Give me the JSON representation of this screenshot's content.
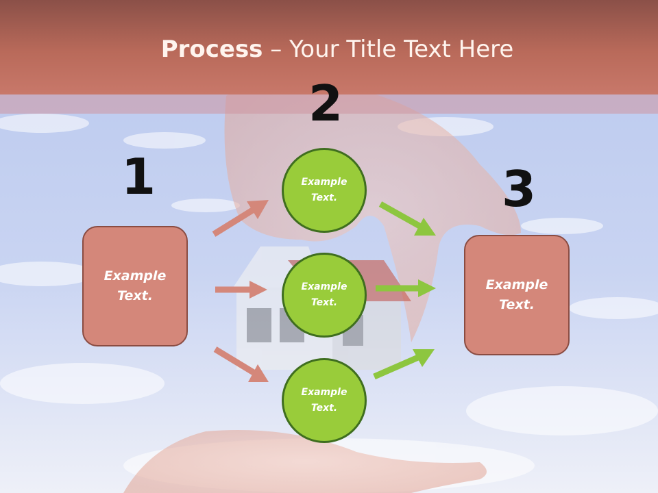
{
  "title": {
    "bold": "Process",
    "rest": " – Your Title Text Here"
  },
  "steps": [
    {
      "number": "1",
      "text_line1": "Example",
      "text_line2": "Text."
    },
    {
      "number": "2",
      "items": [
        {
          "text_line1": "Example",
          "text_line2": "Text."
        },
        {
          "text_line1": "Example",
          "text_line2": "Text."
        },
        {
          "text_line1": "Example",
          "text_line2": "Text."
        }
      ]
    },
    {
      "number": "3",
      "text_line1": "Example",
      "text_line2": "Text."
    }
  ],
  "colors": {
    "title_bar": "#b96a5a",
    "box_fill": "#d4877a",
    "circle_fill": "#99cc3a",
    "arrow_left": "#d4877a",
    "arrow_right": "#8dc63f"
  }
}
